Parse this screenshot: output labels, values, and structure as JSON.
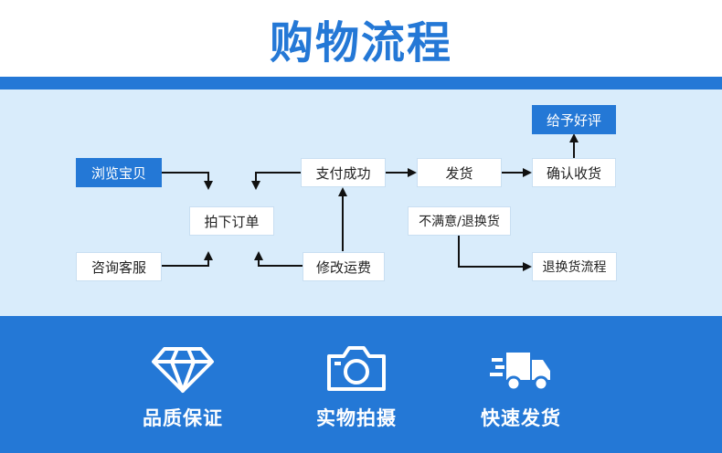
{
  "title": "购物流程",
  "flow": {
    "browse": "浏览宝贝",
    "consult": "咨询客服",
    "order": "拍下订单",
    "pay": "支付成功",
    "modify": "修改运费",
    "ship": "发货",
    "confirm": "确认收货",
    "review": "给予好评",
    "dissatisfied": "不满意/退换货",
    "return_flow": "退换货流程"
  },
  "features": [
    {
      "label": "品质保证",
      "icon": "diamond-icon"
    },
    {
      "label": "实物拍摄",
      "icon": "camera-icon"
    },
    {
      "label": "快速发货",
      "icon": "delivery-truck-icon"
    }
  ],
  "colors": {
    "primary": "#2478d6",
    "panel": "#d9ecfb",
    "box": "#ffffff"
  }
}
